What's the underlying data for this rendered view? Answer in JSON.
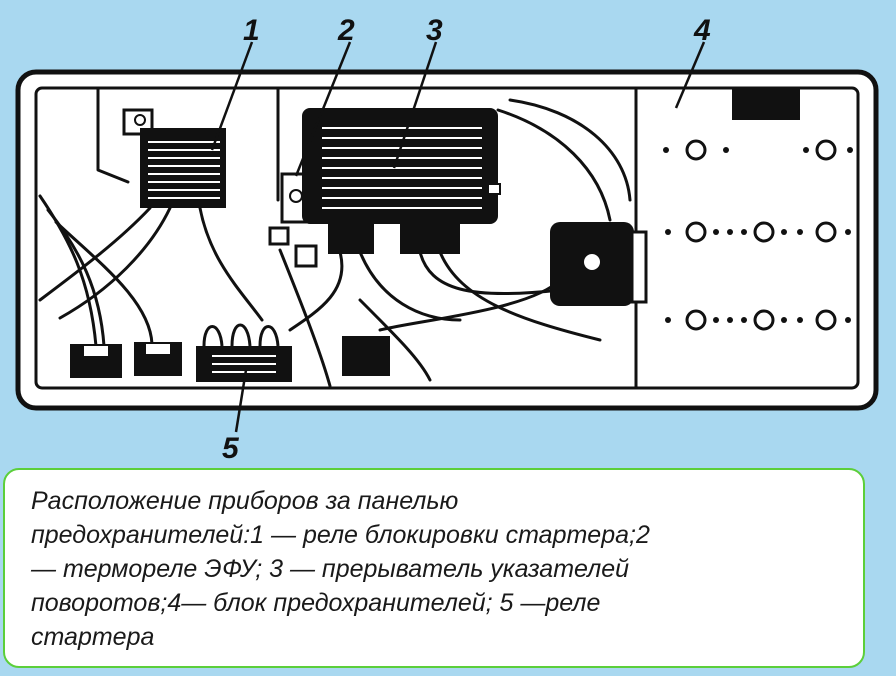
{
  "diagram": {
    "callouts": [
      "1",
      "2",
      "3",
      "4",
      "5"
    ]
  },
  "caption": {
    "text": "Расположение приборов за панелью\nпредохранителей:1 — реле блокировки стартера;2\n— термореле ЭФУ; 3 — прерыватель указателей\nповоротов;4— блок предохранителей; 5 —реле\nстартера"
  },
  "colors": {
    "background": "#a9d8f0",
    "caption_border": "#5ccf3a",
    "ink": "#111111"
  }
}
